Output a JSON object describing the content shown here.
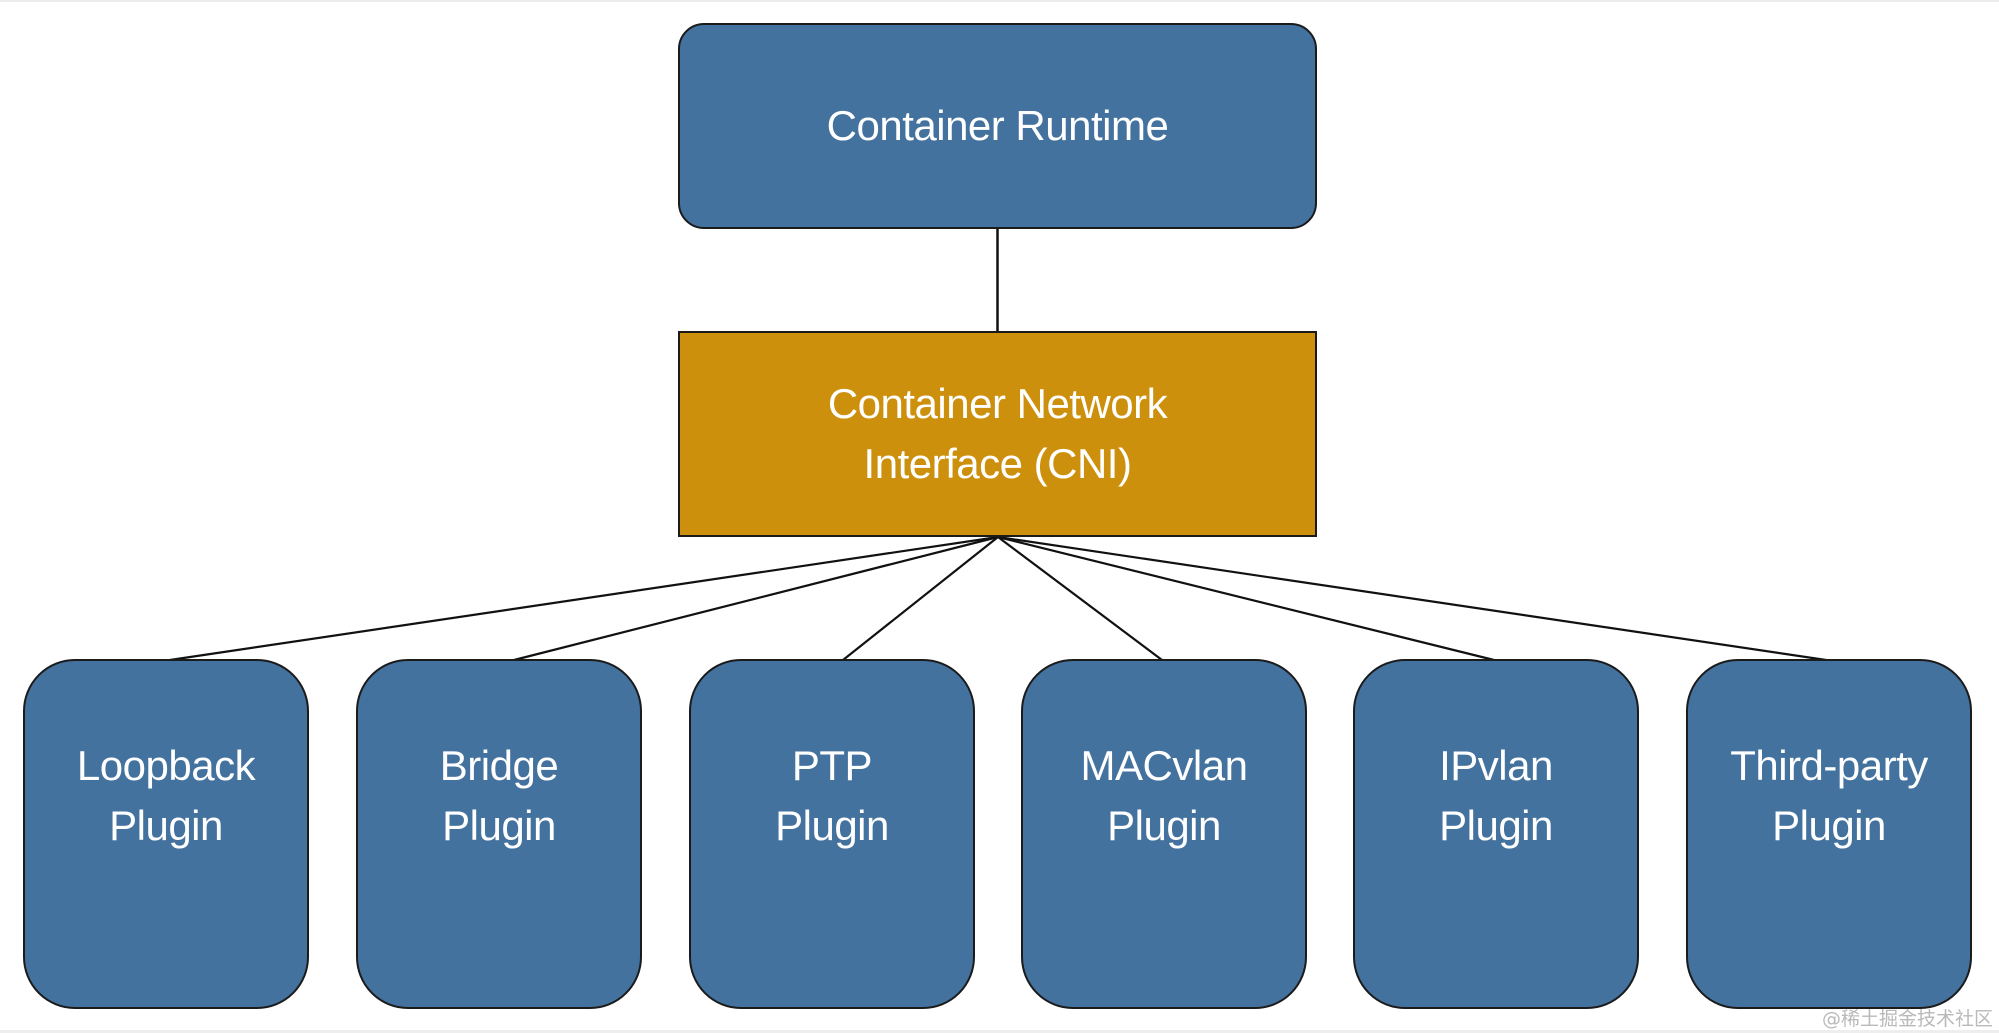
{
  "diagram": {
    "title": "Container Network Interface architecture",
    "colors": {
      "runtime": "#44729e",
      "cni": "#cc900c",
      "plugin": "#44729e",
      "text": "#ffffff",
      "border": "#1b1b1b"
    },
    "runtime": {
      "label": "Container Runtime"
    },
    "cni": {
      "line1": "Container Network",
      "line2": "Interface (CNI)"
    },
    "plugins": [
      {
        "line1": "Loopback",
        "line2": "Plugin"
      },
      {
        "line1": "Bridge",
        "line2": "Plugin"
      },
      {
        "line1": "PTP",
        "line2": "Plugin"
      },
      {
        "line1": "MACvlan",
        "line2": "Plugin"
      },
      {
        "line1": "IPvlan",
        "line2": "Plugin"
      },
      {
        "line1": "Third-party",
        "line2": "Plugin"
      }
    ],
    "edges": [
      {
        "from": "runtime",
        "to": "cni"
      },
      {
        "from": "cni",
        "to": "plugin-loopback"
      },
      {
        "from": "cni",
        "to": "plugin-bridge"
      },
      {
        "from": "cni",
        "to": "plugin-ptp"
      },
      {
        "from": "cni",
        "to": "plugin-macvlan"
      },
      {
        "from": "cni",
        "to": "plugin-ipvlan"
      },
      {
        "from": "cni",
        "to": "plugin-third-party"
      }
    ]
  },
  "watermark": "@稀土掘金技术社区"
}
